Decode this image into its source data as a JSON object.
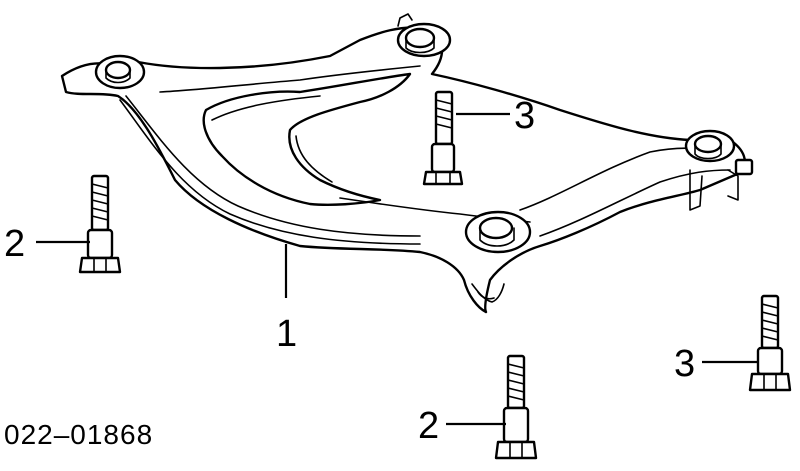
{
  "callouts": {
    "crossmember": "1",
    "bolt_left": "2",
    "bolt_bottom": "2",
    "bolt_top": "3",
    "bolt_right": "3"
  },
  "reference_number": "022–01868",
  "colors": {
    "line": "#000000",
    "background": "#ffffff"
  }
}
